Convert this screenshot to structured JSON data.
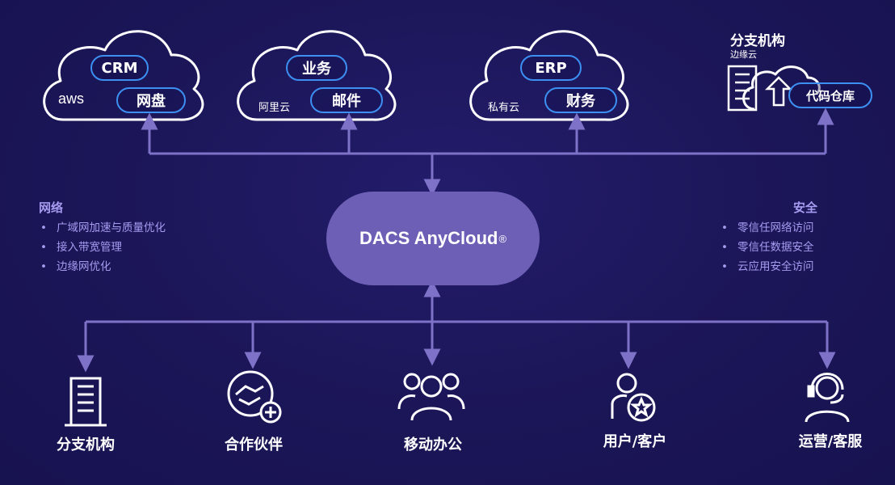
{
  "clouds": [
    {
      "brand": "aws",
      "services": [
        "CRM",
        "网盘"
      ]
    },
    {
      "brand": "阿里云",
      "services": [
        "业务",
        "邮件"
      ]
    },
    {
      "brand": "私有云",
      "services": [
        "ERP",
        "财务"
      ]
    }
  ],
  "branch_top": {
    "title": "分支机构",
    "subtitle": "边缘云",
    "service": "代码仓库"
  },
  "core": {
    "label": "DACS AnyCloud",
    "mark": "®"
  },
  "network": {
    "title": "网络",
    "items": [
      "广域网加速与质量优化",
      "接入带宽管理",
      "边缘网优化"
    ]
  },
  "security": {
    "title": "安全",
    "items": [
      "零信任网络访问",
      "零信任数据安全",
      "云应用安全访问"
    ]
  },
  "bottom": [
    {
      "label": "分支机构",
      "icon": "building-icon"
    },
    {
      "label": "合作伙伴",
      "icon": "handshake-icon"
    },
    {
      "label": "移动办公",
      "icon": "group-icon"
    },
    {
      "label": "用户/客户",
      "icon": "user-star-icon"
    },
    {
      "label": "运营/客服",
      "icon": "headset-icon"
    }
  ],
  "colors": {
    "background": "#1b1657",
    "line": "#7d72c8",
    "pill_border": "#3d8ff2",
    "core": "#6e5fb6",
    "side_text": "#a69bf0"
  }
}
